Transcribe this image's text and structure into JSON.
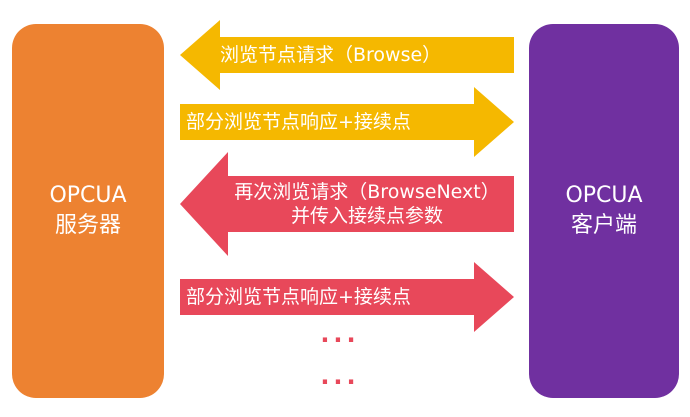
{
  "colors": {
    "server_box": "#ed8231",
    "client_box": "#7030a0",
    "request_arrow": "#f5b800",
    "response_arrow": "#f5b800",
    "next_request_arrow": "#e8485a",
    "next_response_arrow": "#e8485a",
    "ellipsis": "#e8485a"
  },
  "server": {
    "line1": "OPCUA",
    "line2": "服务器"
  },
  "client": {
    "line1": "OPCUA",
    "line2": "客户端"
  },
  "arrows": [
    {
      "direction": "left",
      "lines": [
        "浏览节点请求（Browse）"
      ]
    },
    {
      "direction": "right",
      "lines": [
        "部分浏览节点响应+接续点"
      ]
    },
    {
      "direction": "left",
      "lines": [
        "再次浏览请求（BrowseNext）",
        "并传入接续点参数"
      ]
    },
    {
      "direction": "right",
      "lines": [
        "部分浏览节点响应+接续点"
      ]
    }
  ],
  "ellipsis": [
    "···",
    "···"
  ]
}
